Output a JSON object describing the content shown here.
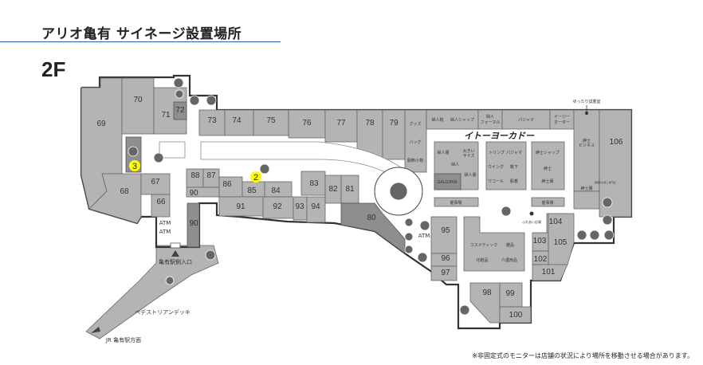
{
  "header": {
    "title": "アリオ亀有 サイネージ設置場所",
    "floor": "2F"
  },
  "stores": {
    "s66": "66",
    "s67": "67",
    "s68": "68",
    "s69": "69",
    "s70": "70",
    "s71": "71",
    "s72": "72",
    "s73": "73",
    "s74": "74",
    "s75": "75",
    "s76": "76",
    "s77": "77",
    "s78": "78",
    "s79": "79",
    "s80": "80",
    "s81": "81",
    "s82": "82",
    "s83": "83",
    "s84": "84",
    "s85": "85",
    "s86": "86",
    "s87": "87",
    "s88": "88",
    "s90a": "90",
    "s90b": "90",
    "s91": "91",
    "s92": "92",
    "s93": "93",
    "s94": "94",
    "s95": "95",
    "s96": "96",
    "s97": "97",
    "s98": "98",
    "s99": "99",
    "s100": "100",
    "s101": "101",
    "s102": "102",
    "s103": "103",
    "s104": "104",
    "s105": "105",
    "s106": "106"
  },
  "ito_yokado": {
    "brand": "イトーヨーカドー",
    "goods": "グッズ",
    "bag": "バッグ",
    "accessories": "服飾小物",
    "ladies_shoes": "婦人靴",
    "ladies_shop": "婦人シャップ",
    "ladies_formal_1": "婦人",
    "ladies_formal_2": "フォーマル",
    "pajama": "パジャマ",
    "easy_order_1": "イージー",
    "easy_order_2": "オーダー",
    "mens_business_1": "紳士",
    "mens_business_2": "ビジネス",
    "fitting_room": "ゆったり試着室",
    "ladies_wear": "婦人服",
    "large_size_1": "大きい",
    "large_size_2": "サイズ",
    "ladies": "婦人",
    "ladies_wear_2": "婦人服",
    "galloria": "GALLORIA",
    "triumph": "トリンプ",
    "pajama2": "パジャマ",
    "wing": "ウイング",
    "socks": "靴下",
    "wacoal": "ワコール",
    "underwear": "肌着",
    "mens_shop": "紳士シャップ",
    "mens": "紳士",
    "mens_wear": "紳士服",
    "mens_wear_2": "紳士服",
    "event_space_1": "催事場",
    "event_space_2": "催事場",
    "cosmetics": "コスメティック",
    "sundries": "雑品",
    "cosmetics_2": "化粧品",
    "care_goods": "介護用品",
    "plaza": "ふれあい広場",
    "tailor": "洋服のお直し専門店"
  },
  "facilities": {
    "atm1": "ATM",
    "atm2": "ATM",
    "atm3": "ATM",
    "entrance": "亀有駅側入口",
    "deck": "ペデストリアンデッキ",
    "jr": "JR 亀有駅方面"
  },
  "markers": [
    {
      "label": "3",
      "color": "#ffff00"
    },
    {
      "label": "2",
      "color": "#ffff00"
    }
  ],
  "note": "※非固定式のモニターは店舗の状況により場所を移動させる場合があります。"
}
